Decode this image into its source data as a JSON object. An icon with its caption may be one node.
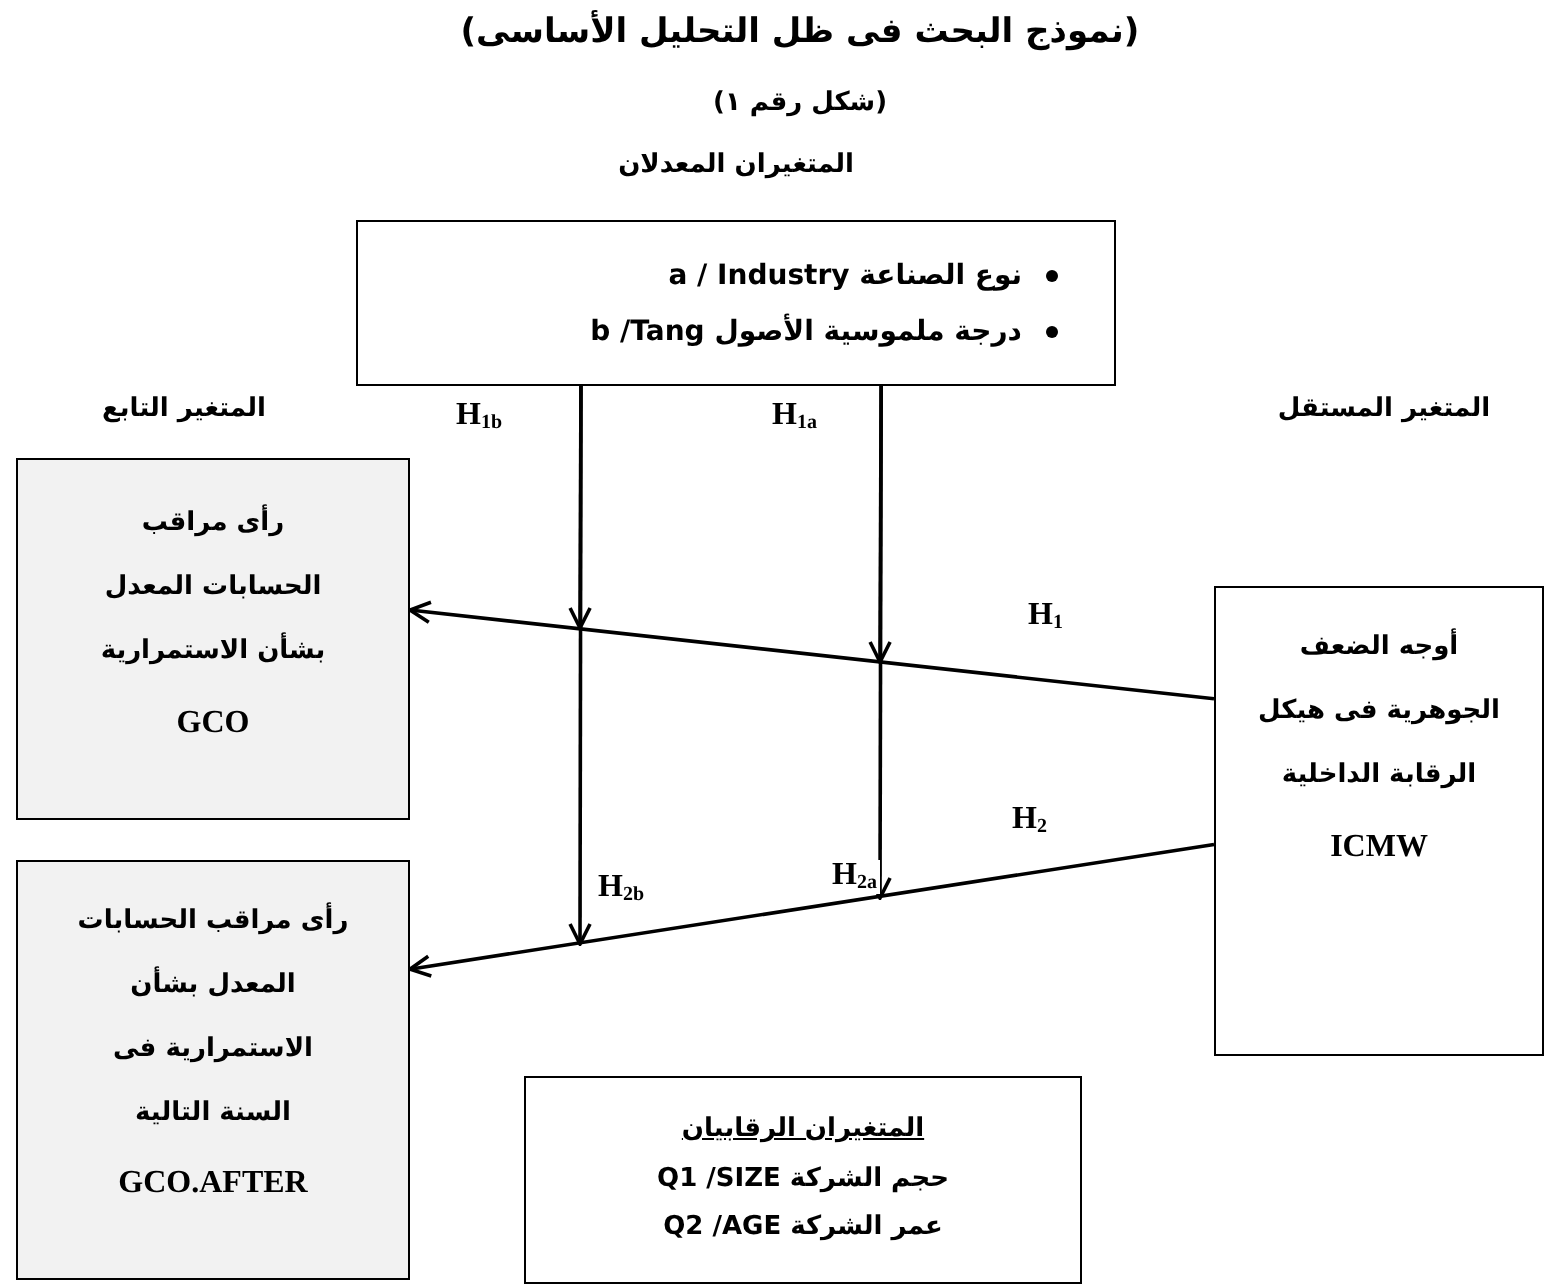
{
  "diagram": {
    "title": "(نموذج البحث فى ظل التحليل الأساسى)",
    "caption": "(شكل رقم ١)",
    "nodes": [
      {
        "text": [
          "نوع الصناعة a / Industry",
          "درجة ملموسية الأصول b /Tang"
        ],
        "beside": [
          "المتغيران المعدلان"
        ]
      },
      {
        "text": [
          "رأى مراقب الحسابات المعدل بشأن الاستمرارية",
          "GCO"
        ]
      },
      {
        "text": [
          "أوجه الضعف الجوهرية فى هيكل الرقابة الداخلية",
          "ICMW"
        ]
      },
      {
        "text": [
          "رأى مراقب الحسابات المعدل بشأن الاستمرارية فى السنة التالية",
          "GCO.AFTER"
        ]
      },
      {
        "text": [
          "المتغيران الرقابيان",
          "حجم الشركة Q1 /SIZE",
          "عمر الشركة Q2 /AGE"
        ]
      }
    ],
    "edges": [
      {
        "from": 2,
        "to": 1,
        "arrow": "to",
        "label": "H$_{1}$"
      },
      {
        "from": 2,
        "to": 3,
        "arrow": "to",
        "label": "H$_{2}$"
      },
      {
        "from": 0,
        "to": null,
        "arrow": "to",
        "label": "H$_{1b}$"
      },
      {
        "from": 0,
        "to": null,
        "arrow": "to",
        "label": "H$_{1a}$"
      },
      {
        "from": 0,
        "to": null,
        "arrow": "to",
        "label": "H$_{2b}$"
      },
      {
        "from": 0,
        "to": null,
        "arrow": "to",
        "label": "H$_{2a}$"
      }
    ],
    "labels": [
      "المتغير التابع",
      "المتغير المستقل"
    ]
  }
}
